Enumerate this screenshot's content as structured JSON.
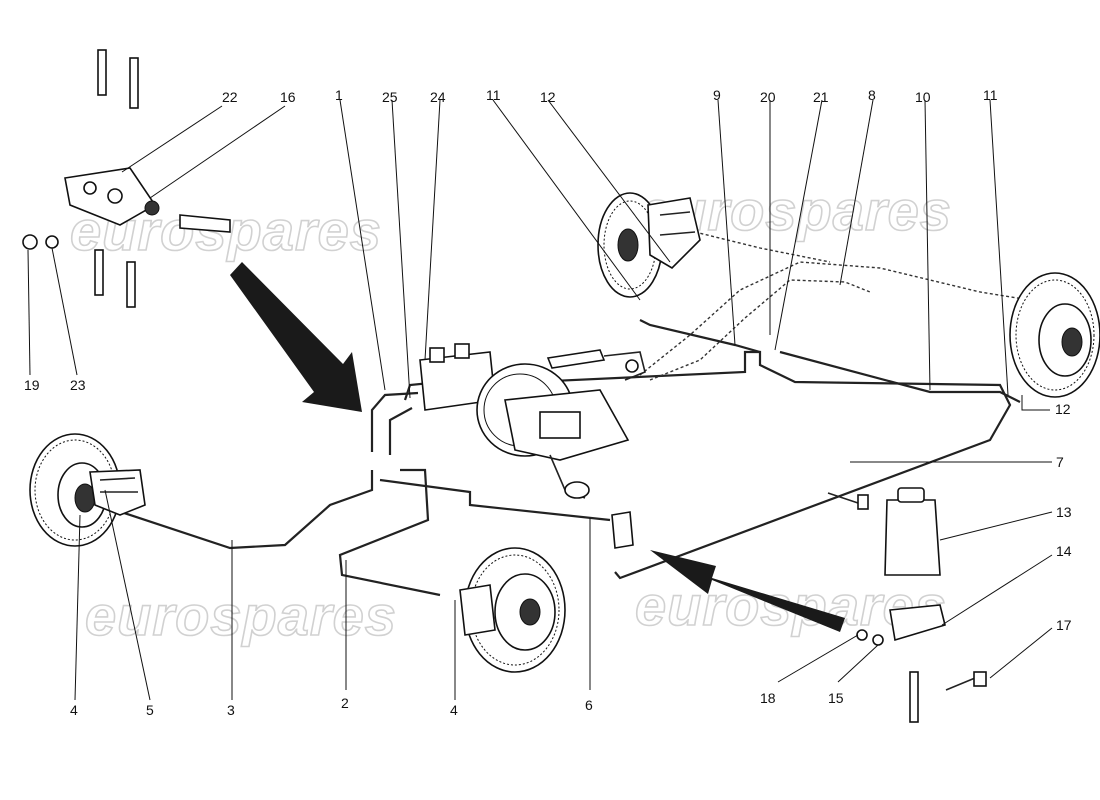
{
  "watermark": {
    "text": "eurospares"
  },
  "callouts": [
    {
      "id": "c22",
      "label": "22"
    },
    {
      "id": "c16",
      "label": "16"
    },
    {
      "id": "c1",
      "label": "1"
    },
    {
      "id": "c25",
      "label": "25"
    },
    {
      "id": "c24",
      "label": "24"
    },
    {
      "id": "c11a",
      "label": "11"
    },
    {
      "id": "c12a",
      "label": "12"
    },
    {
      "id": "c9",
      "label": "9"
    },
    {
      "id": "c20",
      "label": "20"
    },
    {
      "id": "c21",
      "label": "21"
    },
    {
      "id": "c8",
      "label": "8"
    },
    {
      "id": "c10",
      "label": "10"
    },
    {
      "id": "c11b",
      "label": "11"
    },
    {
      "id": "c19",
      "label": "19"
    },
    {
      "id": "c23",
      "label": "23"
    },
    {
      "id": "c12b",
      "label": "12"
    },
    {
      "id": "c7",
      "label": "7"
    },
    {
      "id": "c13",
      "label": "13"
    },
    {
      "id": "c14",
      "label": "14"
    },
    {
      "id": "c17",
      "label": "17"
    },
    {
      "id": "c4a",
      "label": "4"
    },
    {
      "id": "c5",
      "label": "5"
    },
    {
      "id": "c3",
      "label": "3"
    },
    {
      "id": "c2",
      "label": "2"
    },
    {
      "id": "c4b",
      "label": "4"
    },
    {
      "id": "c6",
      "label": "6"
    },
    {
      "id": "c18",
      "label": "18"
    },
    {
      "id": "c15",
      "label": "15"
    }
  ]
}
